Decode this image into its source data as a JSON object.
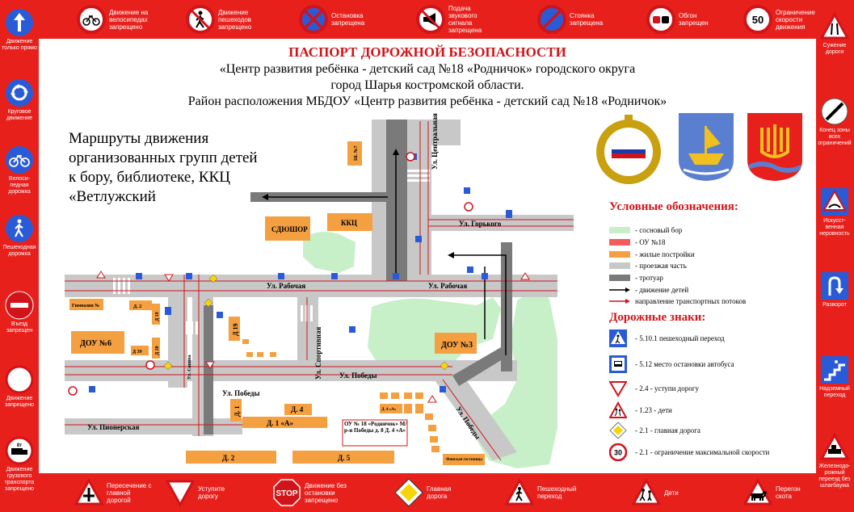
{
  "header": {
    "title": "ПАСПОРТ ДОРОЖНОЙ БЕЗОПАСНОСТИ",
    "line2": "«Центр развития ребёнка - детский сад №18 «Родничок» городского округа",
    "line3": "город Шарья костромской области.",
    "line4": "Район расположения МБДОУ «Центр развития ребёнка - детский сад №18 «Родничок»"
  },
  "routes_caption": "Маршруты движения организованных групп детей к бору, библиотеке, ККЦ «Ветлужский",
  "top_signs": [
    {
      "icon": "no-bicycles-icon",
      "label": "Движение на велосипедах запрещено"
    },
    {
      "icon": "no-pedestrians-icon",
      "label": "Движение пешеходов запрещено"
    },
    {
      "icon": "no-stopping-icon",
      "label": "Остановка запрещена"
    },
    {
      "icon": "no-horn-icon",
      "label": "Подача звукового сигнала запрещена"
    },
    {
      "icon": "no-parking-icon",
      "label": "Стоянка запрещена"
    },
    {
      "icon": "no-overtaking-icon",
      "label": "Обгон запрещен"
    },
    {
      "icon": "speed-limit-icon",
      "label": "Ограничение скорости движения",
      "value": "50"
    }
  ],
  "left_signs": [
    {
      "icon": "straight-only-icon",
      "label": "Движение только прямо"
    },
    {
      "icon": "roundabout-icon",
      "label": "Круговое движение"
    },
    {
      "icon": "bicycle-path-icon",
      "label": "Велоси- педная дорожка"
    },
    {
      "icon": "pedestrian-path-icon",
      "label": "Пешеходная дорожка"
    },
    {
      "icon": "no-entry-icon",
      "label": "Въезд запрещен"
    },
    {
      "icon": "no-traffic-icon",
      "label": "Движение запрещено"
    },
    {
      "icon": "no-trucks-icon",
      "label": "Движение грузового транспорта запрещено",
      "value": "8т"
    }
  ],
  "right_signs": [
    {
      "icon": "road-narrows-icon",
      "label": "Сужение дороги"
    },
    {
      "icon": "end-restrictions-icon",
      "label": "Конец зоны всех ограничений"
    },
    {
      "icon": "speed-bump-icon",
      "label": "Искусст- венная неровность"
    },
    {
      "icon": "u-turn-icon",
      "label": "Разворот"
    },
    {
      "icon": "overpass-icon",
      "label": "Надземный переход"
    },
    {
      "icon": "railway-crossing-icon",
      "label": "Железнодо- рожный переезд без шлагбаума"
    }
  ],
  "bottom_signs": [
    {
      "icon": "crossroad-icon",
      "label": "Пересечение с главной дорогой"
    },
    {
      "icon": "yield-icon",
      "label": "Уступите дорогу"
    },
    {
      "icon": "stop-icon",
      "label": "Движение без остановки запрещено",
      "value": "STOP"
    },
    {
      "icon": "main-road-icon",
      "label": "Главная дорога"
    },
    {
      "icon": "pedestrian-crossing-icon",
      "label": "Пешеходный переход"
    },
    {
      "icon": "children-icon",
      "label": "Дети"
    },
    {
      "icon": "cattle-icon",
      "label": "Перегон скота"
    }
  ],
  "streets": {
    "central": "Ул. Центральная",
    "gorkogo": "Ул. Горького",
    "rabochaya1": "Ул. Рабочая",
    "rabochaya2": "Ул. Рабочая",
    "sportivnaya": "Ул. Спортивная",
    "pobedy1": "Ул. Победы",
    "pobedy2": "Ул. Победы",
    "pobedy3": "Ул. Победы",
    "pionerskaya": "Ул. Пионерская",
    "savina": "Ул. Савина"
  },
  "buildings": {
    "sh7": "Ш. №7",
    "kkc": "ККЦ",
    "sdyushor": "СДЮШОР",
    "dou6": "ДОУ №6",
    "dou3": "ДОУ №3",
    "gymnasium": "Гимназия №",
    "d2a": "Д. 2",
    "d18": "Д 18",
    "d19": "Д 19",
    "d20": "Д 20",
    "d39": "Д 39",
    "d1": "Д. 1",
    "d4": "Д. 4",
    "d1a": "Д. 1 «А»",
    "d2b": "Д. 2",
    "d5": "Д. 5",
    "d4a": "Д. 4 «А»",
    "hotel": "Финская гостиница",
    "dou18_box": "ОУ № 18 «Родничок» М/р-н Победы д. 8 Д. 4 «А»"
  },
  "legend": {
    "heading": "Условные обозначения:",
    "items": [
      {
        "label": "- сосновый бор",
        "color": "#c8f0c8"
      },
      {
        "label": "- ОУ №18",
        "color": "#f25c5c"
      },
      {
        "label": "- жилые постройки",
        "color": "#f5a040"
      },
      {
        "label": "- проезжая часть",
        "color": "#c8c8c8"
      },
      {
        "label": "- тротуар",
        "color": "#7a7a7a"
      },
      {
        "label": "- движение детей",
        "color": "#000000"
      },
      {
        "label": "направление транспортных потоков",
        "color": "#d0141a"
      }
    ]
  },
  "road_signs": {
    "heading": "Дорожные знаки:",
    "items": [
      {
        "icon": "pedestrian-crossing-icon",
        "label": "- 5.10.1 пешеходный переход"
      },
      {
        "icon": "bus-stop-icon",
        "label": "- 5.12 место остановки автобуса"
      },
      {
        "icon": "yield-icon",
        "label": "- 2.4 - уступи дорогу"
      },
      {
        "icon": "children-icon",
        "label": "- 1.23 - дети"
      },
      {
        "icon": "main-road-icon",
        "label": "- 2.1 - главная дорога"
      },
      {
        "icon": "speed-limit-icon",
        "label": "- 2.1 - ограничение максимальной скорости",
        "value": "30"
      }
    ]
  }
}
